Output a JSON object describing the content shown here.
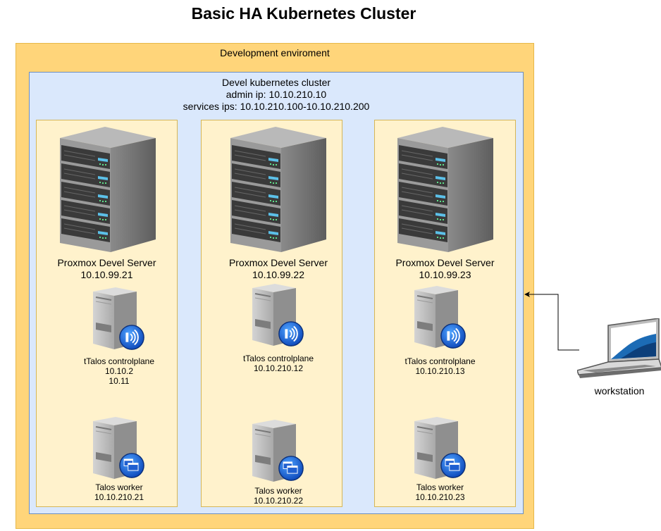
{
  "title": "Basic HA Kubernetes Cluster",
  "environment": {
    "label": "Development enviroment"
  },
  "cluster": {
    "line1": "Devel kubernetes cluster",
    "line2": "admin ip: 10.10.210.10",
    "line3": "services ips: 10.10.210.100-10.10.210.200"
  },
  "servers": [
    {
      "name": "Proxmox Devel Server",
      "ip": "10.10.99.21",
      "controlplane": {
        "name": "tTalos controlplane",
        "ip_lines": [
          "10.10.2",
          "10.11"
        ]
      },
      "worker": {
        "name": "Talos worker",
        "ip": "10.10.210.21"
      }
    },
    {
      "name": "Proxmox Devel Server",
      "ip": "10.10.99.22",
      "controlplane": {
        "name": "tTalos controlplane",
        "ip_lines": [
          "10.10.210.12"
        ]
      },
      "worker": {
        "name": "Talos worker",
        "ip": "10.10.210.22"
      }
    },
    {
      "name": "Proxmox Devel Server",
      "ip": "10.10.99.23",
      "controlplane": {
        "name": "tTalos controlplane",
        "ip_lines": [
          "10.10.210.13"
        ]
      },
      "worker": {
        "name": "Talos worker",
        "ip": "10.10.210.23"
      }
    }
  ],
  "workstation": {
    "label": "workstation"
  },
  "icons": {
    "rack_server": "rack-server-icon",
    "controlplane_vm": "wireless-server-icon",
    "worker_vm": "virtual-server-icon",
    "workstation": "laptop-icon"
  },
  "colors": {
    "environment_fill": "#ffd57a",
    "cluster_fill": "#dae8fc",
    "cluster_border": "#6c8ebf",
    "host_fill": "#fff2cc",
    "host_border": "#d6b656"
  }
}
